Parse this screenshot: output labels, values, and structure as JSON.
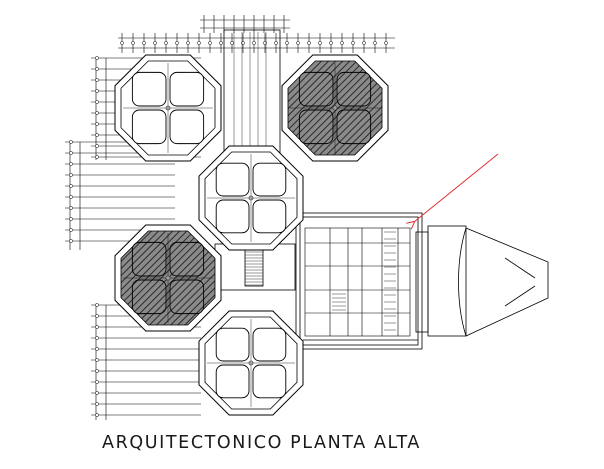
{
  "drawing": {
    "caption": "ARQUITECTONICO PLANTA ALTA",
    "colors": {
      "line": "#000000",
      "hatch": "#3a3a3a",
      "pointer_arrow": "#e03030",
      "background": "#ffffff"
    },
    "hatched_modules": [
      "module-top-right",
      "module-middle-left"
    ],
    "plain_modules": [
      "module-top-left",
      "module-center",
      "module-bottom"
    ]
  }
}
